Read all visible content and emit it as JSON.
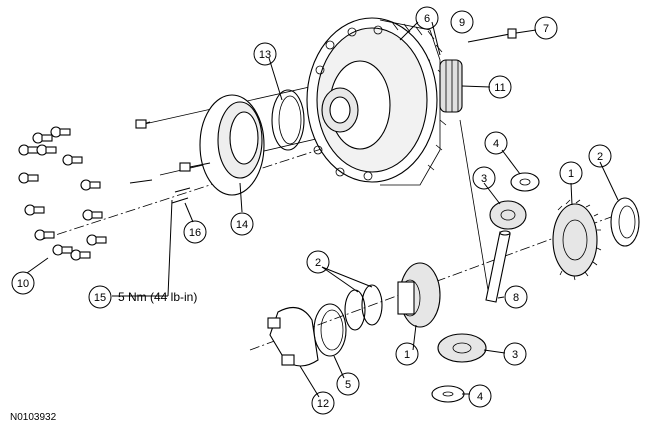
{
  "figure_id": "N0103932",
  "torque_spec": "5 Nm (44 lb-in)",
  "callouts": [
    {
      "number": "1"
    },
    {
      "number": "1"
    },
    {
      "number": "2"
    },
    {
      "number": "2"
    },
    {
      "number": "3"
    },
    {
      "number": "3"
    },
    {
      "number": "4"
    },
    {
      "number": "4"
    },
    {
      "number": "5"
    },
    {
      "number": "6"
    },
    {
      "number": "7"
    },
    {
      "number": "8"
    },
    {
      "number": "9"
    },
    {
      "number": "10"
    },
    {
      "number": "11"
    },
    {
      "number": "12"
    },
    {
      "number": "13"
    },
    {
      "number": "14"
    },
    {
      "number": "15"
    },
    {
      "number": "16"
    }
  ]
}
